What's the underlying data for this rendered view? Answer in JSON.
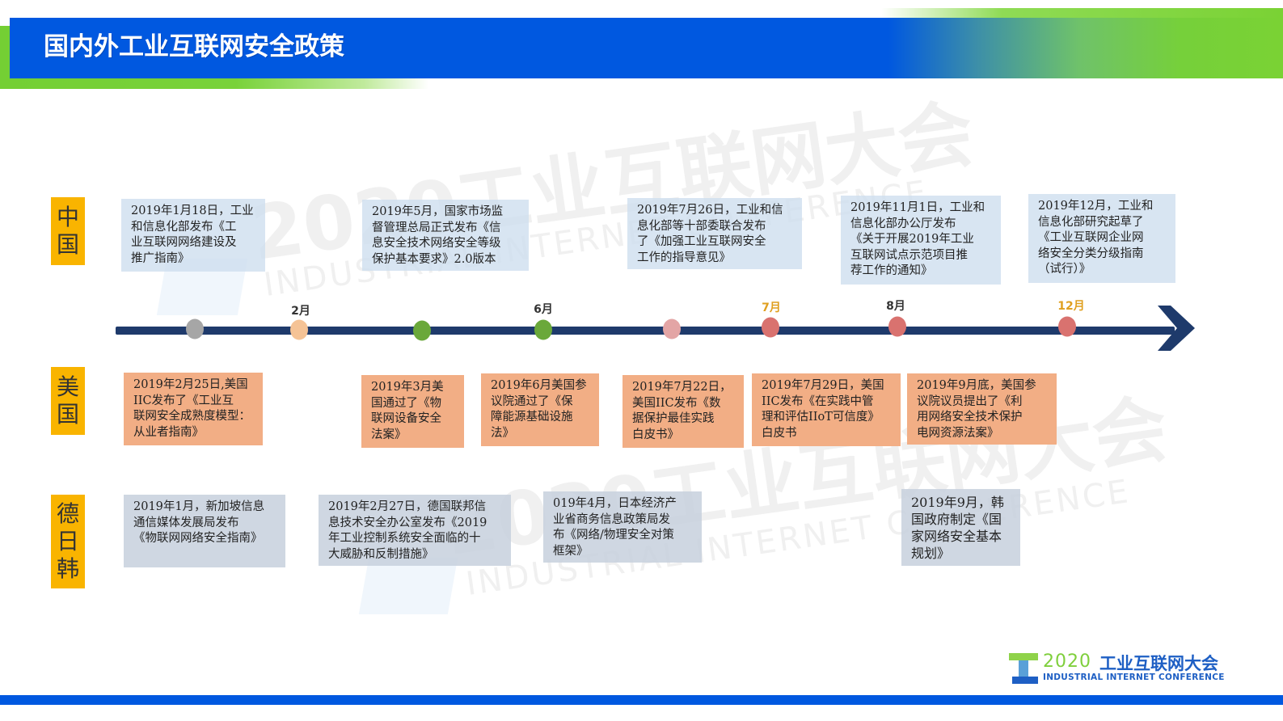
{
  "header": {
    "title": "国内外工业互联网安全政策"
  },
  "watermark": {
    "text_cn": "2020工业互联网大会",
    "text_en": "INDUSTRIAL INTERNET CONFERENCE"
  },
  "rows": {
    "china": {
      "label": "中国",
      "chars": [
        "中",
        "国"
      ]
    },
    "usa": {
      "label": "美国",
      "chars": [
        "美",
        "国"
      ]
    },
    "de_jp_kr": {
      "label": "德日韩",
      "chars": [
        "德",
        "日",
        "韩"
      ]
    }
  },
  "timeline": {
    "months": [
      {
        "label": "2月",
        "color": "#333333"
      },
      {
        "label": "6月",
        "color": "#333333"
      },
      {
        "label": "7月",
        "color": "#e0a020"
      },
      {
        "label": "8月",
        "color": "#333333"
      },
      {
        "label": "12月",
        "color": "#e0a020"
      }
    ],
    "dots": [
      {
        "color": "#a6a6a6"
      },
      {
        "color": "#f5c396"
      },
      {
        "color": "#6aa83a"
      },
      {
        "color": "#6aa83a"
      },
      {
        "color": "#e3a5a5"
      },
      {
        "color": "#d9726f"
      },
      {
        "color": "#d9726f"
      },
      {
        "color": "#d9726f"
      }
    ],
    "line_color": "#1e3a6b"
  },
  "china_policies": [
    {
      "text": "2019年1月18日，工业\n和信息化部发布《工\n业互联网网络建设及\n推广指南》"
    },
    {
      "text": "2019年5月，国家市场监\n督管理总局正式发布《信\n息安全技术网络安全等级\n保护基本要求》2.0版本"
    },
    {
      "text": "2019年7月26日，工业和信\n息化部等十部委联合发布\n了《加强工业互联网安全\n工作的指导意见》"
    },
    {
      "text": "2019年11月1日，工业和\n信息化部办公厅发布\n《关于开展2019年工业\n互联网试点示范项目推\n荐工作的通知》"
    },
    {
      "text": "2019年12月，工业和\n信息化部研究起草了\n《工业互联网企业网\n络安全分类分级指南\n（试行）》"
    }
  ],
  "usa_policies": [
    {
      "text": "2019年2月25日,美国\nIIC发布了《工业互\n联网安全成熟度模型：\n从业者指南》"
    },
    {
      "text": "2019年3月美\n国通过了《物\n联网设备安全\n法案》"
    },
    {
      "text": "2019年6月美国参\n议院通过了《保\n障能源基础设施\n法》"
    },
    {
      "text": "2019年7月22日，\n美国IIC发布《数\n据保护最佳实践\n白皮书》"
    },
    {
      "text": "2019年7月29日，美国\nIIC发布《在实践中管\n理和评估IIoT可信度》\n白皮书"
    },
    {
      "text": "2019年9月底，美国参\n议院议员提出了《利\n用网络安全技术保护\n电网资源法案》"
    }
  ],
  "de_jp_kr_policies": [
    {
      "text": "2019年1月，新加坡信息\n通信媒体发展局发布\n《物联网网络安全指南》"
    },
    {
      "text": "2019年2月27日，德国联邦信\n息技术安全办公室发布《2019\n年工业控制系统安全面临的十\n大威胁和反制措施》"
    },
    {
      "text": "019年4月，日本经济产\n业省商务信息政策局发\n布《网络/物理安全对策\n框架》"
    },
    {
      "text": "2019年9月，韩\n国政府制定《国\n家网络安全基本\n规划》"
    }
  ],
  "footer": {
    "logo_year": "2020",
    "logo_cn": "工业互联网大会",
    "logo_en": "INDUSTRIAL INTERNET CONFERENCE"
  },
  "colors": {
    "header_blue": "#0058e0",
    "header_green": "#7ad234",
    "row_label_bg": "#f9b400",
    "china_box_bg": "#cddeee",
    "usa_box_bg": "#f2ae85",
    "other_box_bg": "#c4cedc"
  }
}
